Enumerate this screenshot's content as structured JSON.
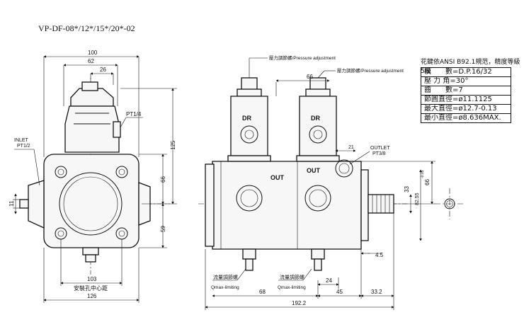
{
  "title": "VP-DF-08*/12*/15*/20*-02",
  "front_view": {
    "dims": {
      "d100": "100",
      "d62": "62",
      "d26": "26",
      "d125": "125",
      "d66": "66",
      "d59": "59",
      "d11": "11",
      "d103": "103",
      "d126": "126"
    },
    "labels": {
      "pt14": "PT1/4",
      "inlet": "INLET",
      "inlet_size": "PT1/2",
      "mount_center": "安裝孔中心距"
    }
  },
  "side_view": {
    "labels": {
      "pressure_adj_1": "壓力調節螺/Pressure adjustment",
      "pressure_adj_2": "壓力調節螺/Pressure adjustment",
      "dr1": "DR",
      "dr2": "DR",
      "out1": "OUT",
      "out2": "OUT",
      "outlet": "OUTLET",
      "outlet_size": "PT3/8",
      "flow_adj_1": "流量調節螺",
      "flow_adj_1_en": "Qmax-limiting",
      "flow_adj_2": "流量調節螺",
      "flow_adj_2_en": "Qmax-limiting"
    },
    "dims": {
      "d66_top": "66",
      "d21": "21",
      "d66_right": "66",
      "d33": "33",
      "d82": "82.55",
      "d82_tol": "-0.05",
      "d45_small": "4.5",
      "d24": "24",
      "d68": "68",
      "d45": "45",
      "d332": "33.2",
      "d1922": "192.2"
    }
  },
  "spline_spec": {
    "title": "花鍵依ANSI B92.1規范，精度等級5級",
    "rows": [
      {
        "label": "模　　數",
        "value": "=D.P.16/32"
      },
      {
        "label": "壓 力 角",
        "value": "=30°"
      },
      {
        "label": "齒　　數",
        "value": "=7"
      },
      {
        "label": "節圓直徑",
        "value": "=ø11.1125"
      },
      {
        "label": "最大直徑",
        "value": "=ø12.7-0.13"
      },
      {
        "label": "最小直徑",
        "value": "=ø8.636MAX."
      }
    ]
  }
}
